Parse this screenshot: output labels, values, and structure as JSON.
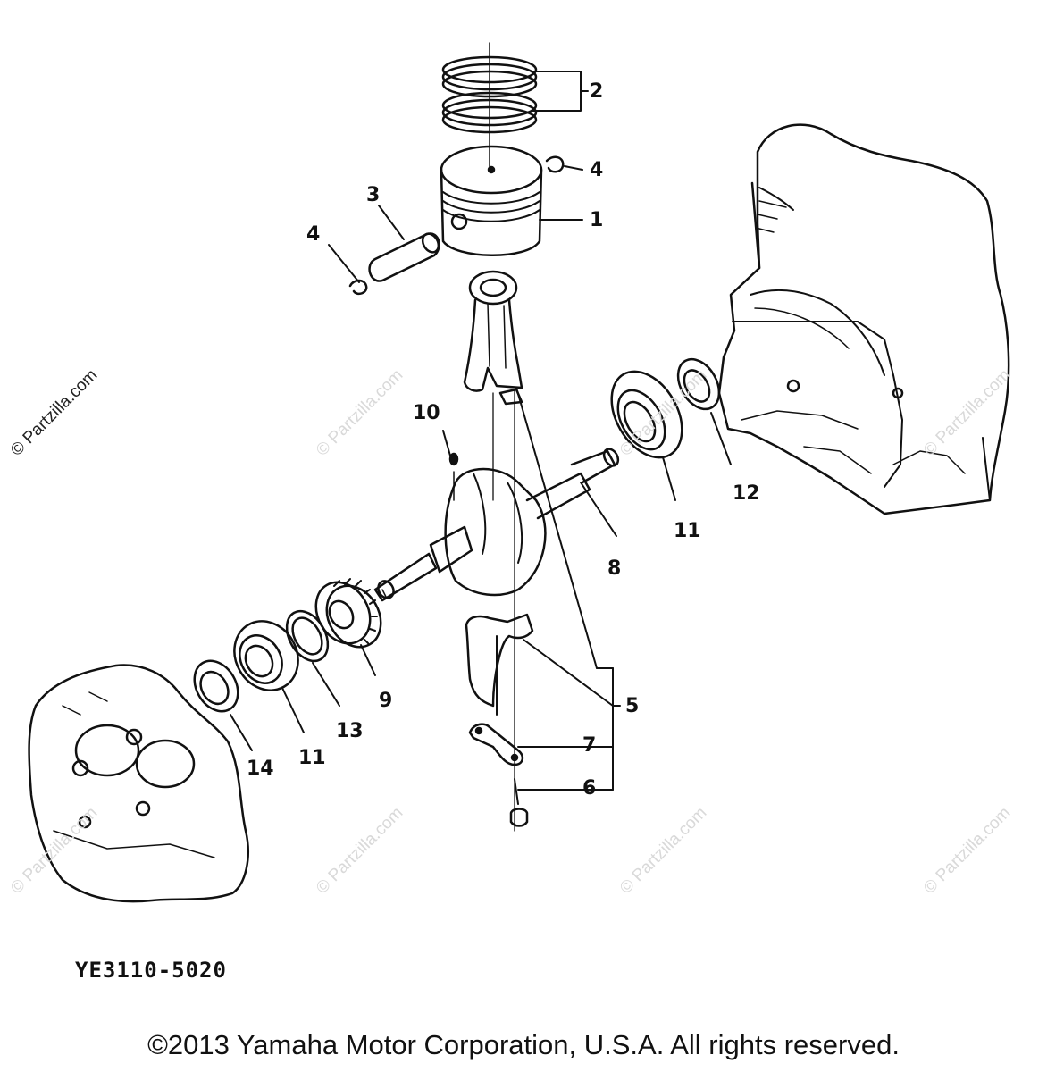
{
  "diagram": {
    "reference_code": "YE3110-5020",
    "copyright": "©2013 Yamaha Motor Corporation, U.S.A. All rights reserved.",
    "watermark_text": "© Partzilla.com",
    "callouts": [
      {
        "id": "piston-rings",
        "label": "2"
      },
      {
        "id": "piston-clip-right",
        "label": "4"
      },
      {
        "id": "piston",
        "label": "1"
      },
      {
        "id": "piston-pin",
        "label": "3"
      },
      {
        "id": "piston-clip-left",
        "label": "4"
      },
      {
        "id": "key",
        "label": "10"
      },
      {
        "id": "oil-seal-right",
        "label": "12"
      },
      {
        "id": "bearing-right",
        "label": "11"
      },
      {
        "id": "crankshaft",
        "label": "8"
      },
      {
        "id": "gear",
        "label": "9"
      },
      {
        "id": "connecting-rod",
        "label": "5"
      },
      {
        "id": "plate-washer",
        "label": "7"
      },
      {
        "id": "bolt",
        "label": "6"
      },
      {
        "id": "circlip",
        "label": "13"
      },
      {
        "id": "bearing-left",
        "label": "11"
      },
      {
        "id": "oil-seal-left",
        "label": "14"
      }
    ]
  }
}
